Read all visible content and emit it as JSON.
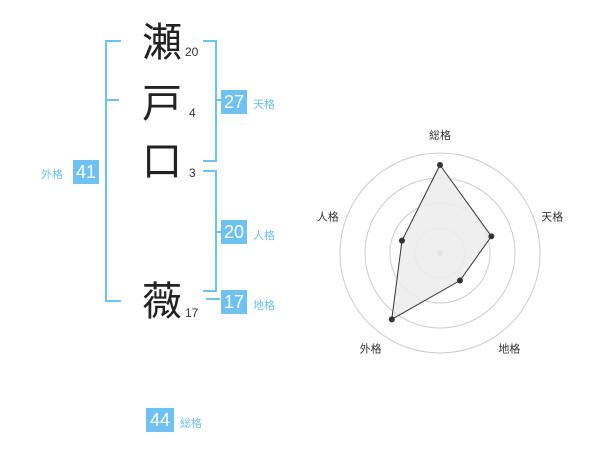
{
  "name": {
    "chars": [
      {
        "char": "瀬",
        "strokes": "20"
      },
      {
        "char": "戸",
        "strokes": "4"
      },
      {
        "char": "口",
        "strokes": "3"
      },
      {
        "char": "薇",
        "strokes": "17"
      }
    ]
  },
  "kakusu": {
    "tenkaku": {
      "value": "27",
      "label": "天格"
    },
    "jinkaku": {
      "value": "20",
      "label": "人格"
    },
    "chikaku": {
      "value": "17",
      "label": "地格"
    },
    "gaikaku": {
      "value": "41",
      "label": "外格"
    },
    "soukaku": {
      "value": "44",
      "label": "総格"
    }
  },
  "colors": {
    "accent": "#6ec1f0",
    "text": "#222222"
  },
  "chart_data": {
    "type": "radar",
    "axes": [
      "総格",
      "天格",
      "地格",
      "外格",
      "人格"
    ],
    "values": [
      44,
      27,
      17,
      41,
      20
    ],
    "rings": 4
  }
}
